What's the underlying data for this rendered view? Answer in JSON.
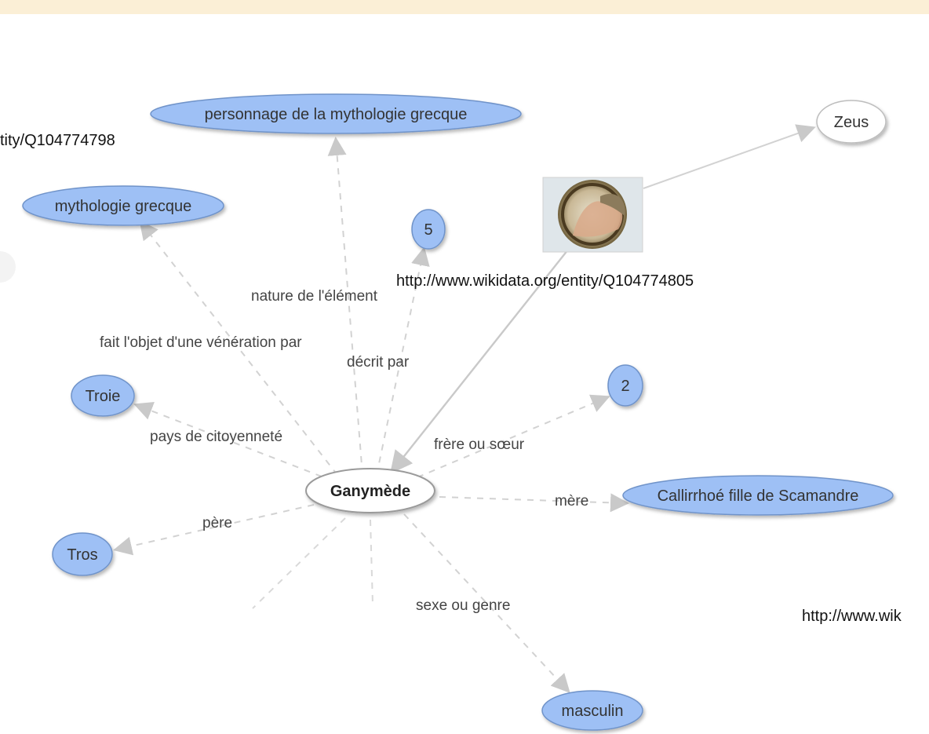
{
  "graph": {
    "center_node": "Ganymède",
    "nodes": {
      "personnage": "personnage de la mythologie grecque",
      "mythologie": "mythologie grecque",
      "troie": "Troie",
      "tros": "Tros",
      "callirrhoe": "Callirrhoé fille de Scamandre",
      "masculin": "masculin",
      "zeus": "Zeus",
      "count_5": "5",
      "count_2": "2"
    },
    "edges": {
      "nature": "nature de l'élément",
      "veneration": "fait l'objet d'une vénération par",
      "decrit": "décrit par",
      "pays": "pays de citoyenneté",
      "frere": "frère ou sœur",
      "mere": "mère",
      "pere": "père",
      "sexe": "sexe ou genre"
    },
    "urls": {
      "entity_left": "tity/Q104774798",
      "entity_image": "http://www.wikidata.org/entity/Q104774805",
      "entity_bottom": "http://www.wik"
    }
  },
  "colors": {
    "node_fill": "#9ec0f5",
    "node_stroke": "#6f93c9",
    "edge": "#c6c6c6",
    "background": "#ffffff",
    "page_border": "#fbefd6"
  }
}
